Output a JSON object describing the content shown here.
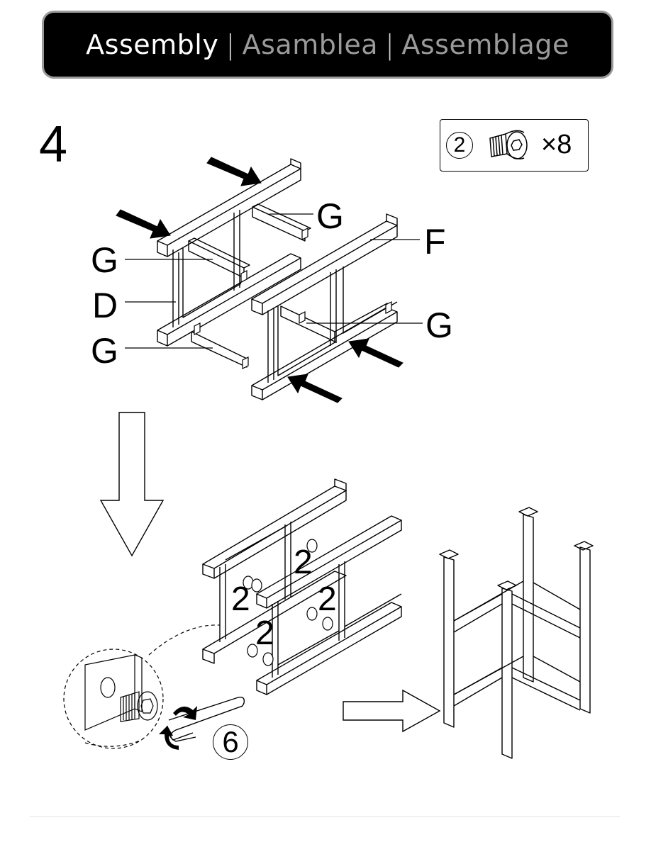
{
  "header": {
    "title_en": "Assembly",
    "separator": "|",
    "title_es": "Asamblea",
    "title_fr": "Assemblage"
  },
  "step": {
    "number": "4"
  },
  "hardware": {
    "part_number": "2",
    "quantity": "×8",
    "icon": "hex-bolt-icon"
  },
  "parts": {
    "g_top": "G",
    "f": "F",
    "g_left": "G",
    "d": "D",
    "g_right": "G",
    "g_bottom": "G"
  },
  "callouts": {
    "c1": "2",
    "c2": "2",
    "c3": "2",
    "c4": "2"
  },
  "tool": {
    "number": "6",
    "icon": "allen-key-icon"
  }
}
